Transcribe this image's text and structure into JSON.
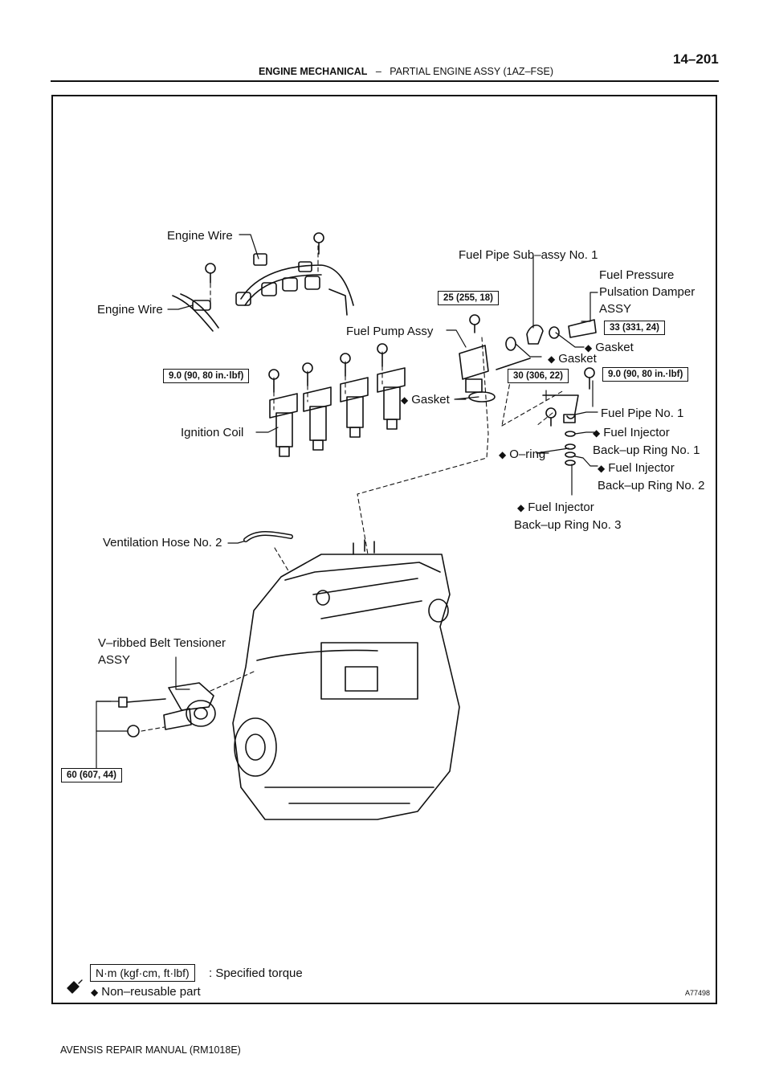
{
  "header": {
    "section": "ENGINE MECHANICAL",
    "separator": "–",
    "subsection": "PARTIAL ENGINE ASSY (1AZ–FSE)",
    "page": "14–201"
  },
  "labels": {
    "engine_wire_1": "Engine Wire",
    "engine_wire_2": "Engine Wire",
    "fuel_pipe_sub_assy": "Fuel Pipe Sub–assy No. 1",
    "fuel_pressure_damper": [
      "Fuel Pressure",
      "Pulsation Damper",
      "ASSY"
    ],
    "fuel_pump_assy": "Fuel Pump Assy",
    "gasket_1": "Gasket",
    "gasket_2": "Gasket",
    "gasket_3": "Gasket",
    "ignition_coil": "Ignition Coil",
    "fuel_pipe_no1": "Fuel Pipe No. 1",
    "fuel_injector_ring1": [
      "Fuel Injector",
      "Back–up Ring No. 1"
    ],
    "o_ring": "O–ring",
    "fuel_injector_ring2": [
      "Fuel Injector",
      "Back–up Ring No. 2"
    ],
    "fuel_injector_ring3": [
      "Fuel Injector",
      "Back–up Ring No. 3"
    ],
    "ventilation_hose": "Ventilation Hose No. 2",
    "belt_tensioner": [
      "V–ribbed Belt Tensioner",
      "ASSY"
    ]
  },
  "torques": {
    "t_25": "25 (255, 18)",
    "t_33": "33 (331, 24)",
    "t_9_coil": "9.0 (90, 80 in.·lbf)",
    "t_30": "30 (306, 22)",
    "t_9_pipe": "9.0 (90, 80 in.·lbf)",
    "t_60": "60 (607, 44)"
  },
  "legend": {
    "torque_unit": "N·m (kgf·cm, ft·lbf)",
    "torque_text": ": Specified torque",
    "nonreusable_text": "Non–reusable part"
  },
  "figure_id": "A77498",
  "footer": "AVENSIS REPAIR MANUAL   (RM1018E)",
  "icons": {
    "nonreusable": "diamond-icon",
    "marker": "pen-icon"
  }
}
